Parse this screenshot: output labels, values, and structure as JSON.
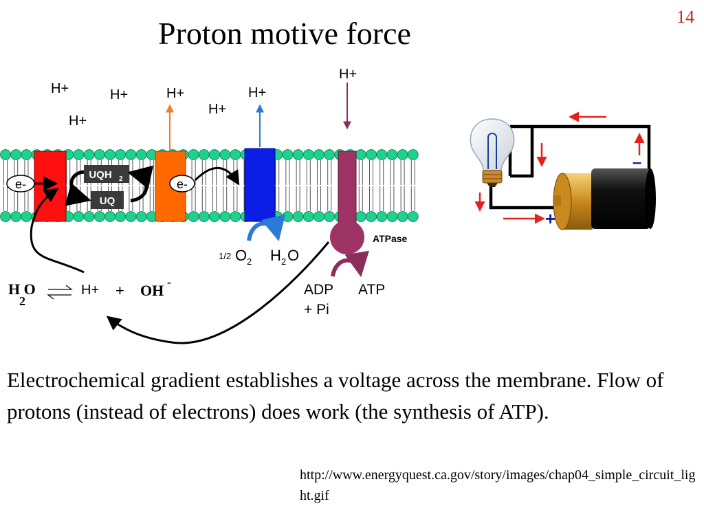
{
  "slide": {
    "number": "14",
    "title": "Proton motive force",
    "body": "Electrochemical gradient establishes a voltage across the membrane. Flow of protons (instead of electrons) does work (the synthesis of ATP).",
    "source_url": "http://www.energyquest.ca.gov/story/images/chap04_simple_circuit_light.gif"
  },
  "membrane_diagram": {
    "proton_label": "H+",
    "electron_label": "e-",
    "uqh2_label": "UQH",
    "uqh2_subscript": "2",
    "uq_label": "UQ",
    "atpase_label": "ATPase",
    "oxygen": {
      "coefficient": "1/2",
      "symbol": "O",
      "subscript": "2"
    },
    "water": {
      "symbol_h": "H",
      "subscript": "2",
      "symbol_o": "O"
    },
    "adp_label": "ADP",
    "pi_label": "+ Pi",
    "atp_label": "ATP",
    "dissociation": {
      "water": "H O",
      "water_subscript": "2",
      "proton": "H+",
      "plus": "+",
      "hydroxide": "OH",
      "hydroxide_charge": "-"
    },
    "complex_colors": {
      "complex_1": "#ff1010",
      "complex_3": "#ff6a00",
      "complex_4": "#0a1ee6",
      "atpase": "#9e3366"
    }
  },
  "circuit_diagram": {
    "positive_terminal": "+",
    "negative_terminal": "–",
    "arrow_color": "#e5211f",
    "wire_color": "#000000"
  }
}
